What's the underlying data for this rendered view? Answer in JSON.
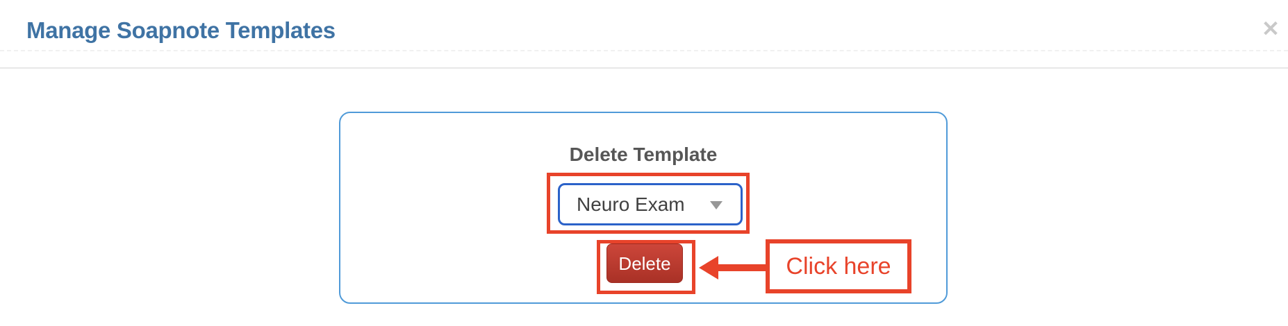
{
  "header": {
    "title": "Manage Soapnote Templates",
    "close_icon_glyph": "✕"
  },
  "dialog": {
    "heading": "Delete Template",
    "template_select": {
      "selected_value": "Neuro Exam",
      "caret_icon": "caret-down-icon"
    },
    "delete_button": {
      "label": "Delete"
    },
    "annotations": {
      "dropdown_highlight": "red-rectangle",
      "button_highlight": "red-rectangle",
      "arrow_icon": "arrow-left-icon",
      "click_here": {
        "label": "Click here"
      }
    }
  },
  "colors": {
    "title-blue": "#3F73A4",
    "close-gray": "#C9C9C9",
    "divider-gray": "#E7E7E7",
    "panel-border-blue": "#4F9AD8",
    "heading-gray": "#565656",
    "select-border-blue": "#2B62C9",
    "caret-gray": "#979797",
    "annotation-red": "#E8432A",
    "button-red-top": "#CC463A",
    "button-red-bottom": "#A93126"
  }
}
